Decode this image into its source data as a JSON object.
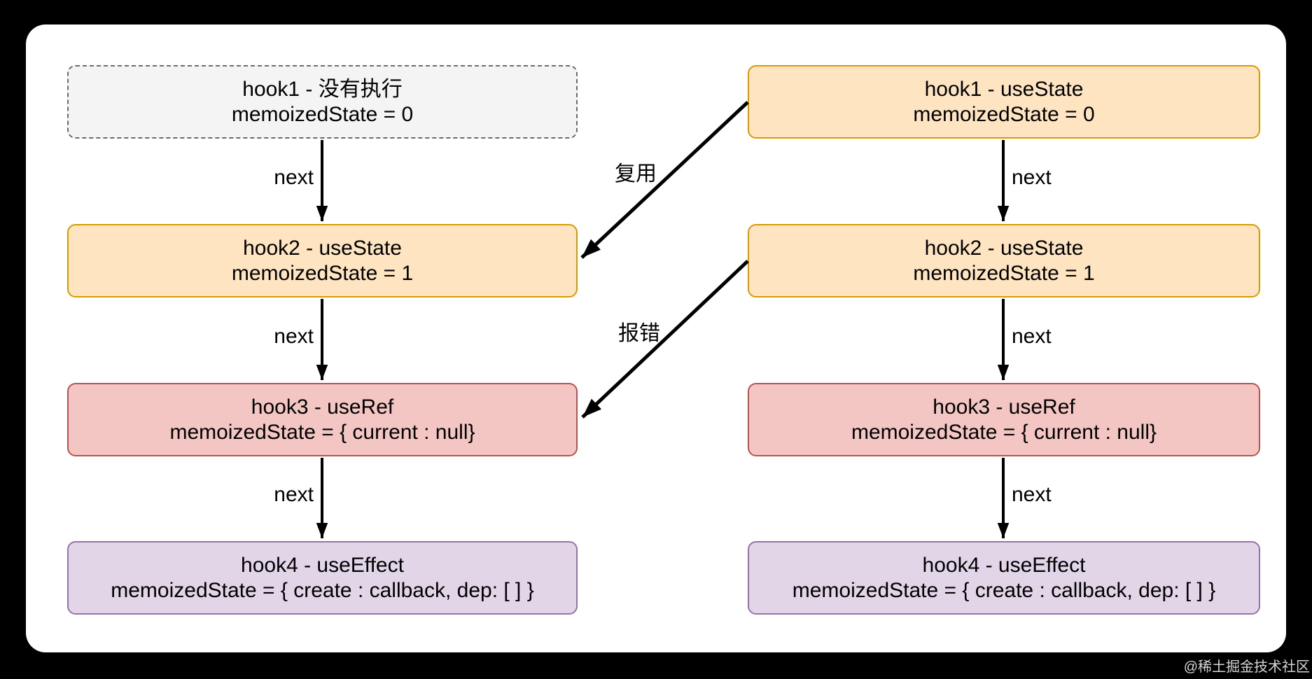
{
  "colors": {
    "background": "#000000",
    "canvas": "#ffffff",
    "gray_fill": "#f4f4f4",
    "gray_border": "#6b6b6b",
    "orange_fill": "#ffe4c1",
    "orange_border": "#d79b00",
    "red_fill": "#f3c5c3",
    "red_border": "#b85450",
    "purple_fill": "#e2d5e8",
    "purple_border": "#9673a6",
    "arrow": "#000000"
  },
  "diagram": {
    "left_chain": {
      "nodes": [
        {
          "title": "hook1 - 没有执行",
          "subtitle": "memoizedState = 0",
          "style": "gray-dashed"
        },
        {
          "title": "hook2 - useState",
          "subtitle": "memoizedState = 1",
          "style": "orange"
        },
        {
          "title": "hook3 - useRef",
          "subtitle": "memoizedState = { current : null}",
          "style": "red"
        },
        {
          "title": "hook4 - useEffect",
          "subtitle": "memoizedState = { create : callback, dep: [ ] }",
          "style": "purple"
        }
      ],
      "edge_label": "next"
    },
    "right_chain": {
      "nodes": [
        {
          "title": "hook1 - useState",
          "subtitle": "memoizedState = 0",
          "style": "orange"
        },
        {
          "title": "hook2 - useState",
          "subtitle": "memoizedState = 1",
          "style": "orange"
        },
        {
          "title": "hook3 - useRef",
          "subtitle": "memoizedState = { current : null}",
          "style": "red"
        },
        {
          "title": "hook4 - useEffect",
          "subtitle": "memoizedState = { create : callback, dep: [ ] }",
          "style": "purple"
        }
      ],
      "edge_label": "next"
    },
    "cross_edges": [
      {
        "label": "复用",
        "from": "right hook1",
        "to": "left hook2"
      },
      {
        "label": "报错",
        "from": "right hook2",
        "to": "left hook3"
      }
    ]
  },
  "watermark": "@稀土掘金技术社区"
}
